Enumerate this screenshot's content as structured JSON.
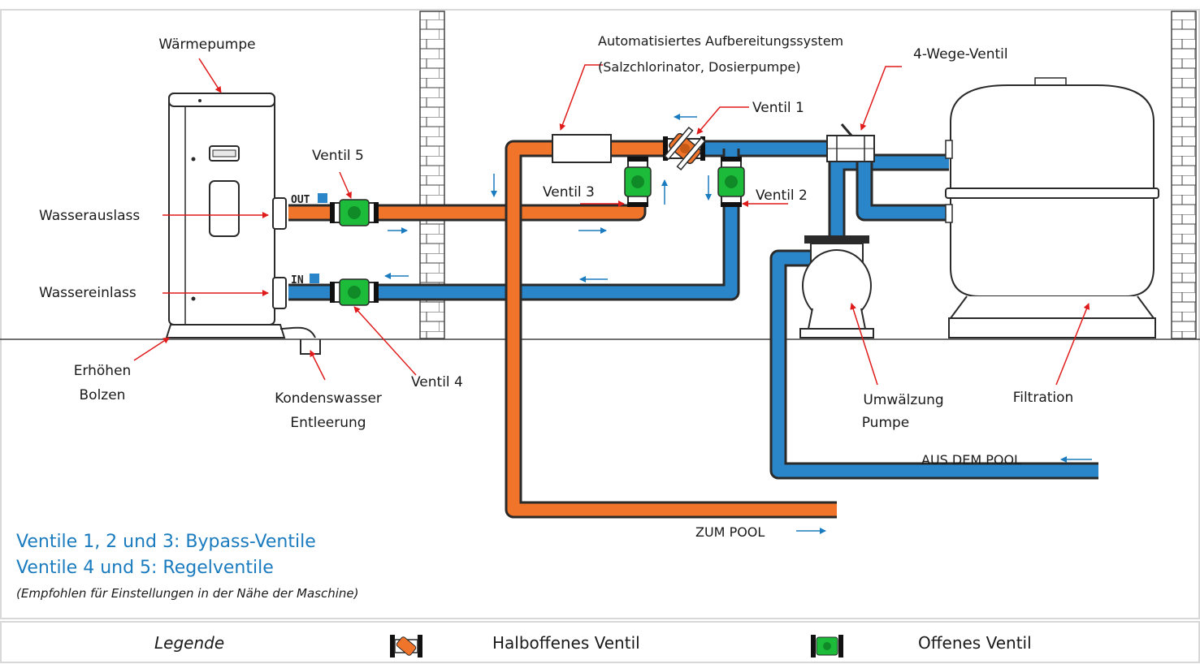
{
  "labels": {
    "heat_pump": "Wärmepumpe",
    "water_outlet": "Wasserauslass",
    "water_inlet": "Wassereinlass",
    "raise_bolts_1": "Erhöhen",
    "raise_bolts_2": "Bolzen",
    "condensate_1": "Kondenswasser",
    "condensate_2": "Entleerung",
    "valve_1": "Ventil 1",
    "valve_2": "Ventil 2",
    "valve_3": "Ventil 3",
    "valve_4": "Ventil 4",
    "valve_5": "Ventil 5",
    "treatment_1": "Automatisiertes Aufbereitungssystem",
    "treatment_2": "(Salzchlorinator, Dosierpumpe)",
    "four_way_valve": "4-Wege-Ventil",
    "circ_pump_1": "Umwälzung",
    "circ_pump_2": "Pumpe",
    "filtration": "Filtration",
    "from_pool": "AUS DEM POOL",
    "to_pool": "ZUM POOL",
    "port_out": "OUT",
    "port_in": "IN"
  },
  "notes": {
    "line1": "Ventile 1, 2 und 3: Bypass-Ventile",
    "line2": "Ventile 4 und 5: Regelventile",
    "line3": "(Empfohlen für Einstellungen in der Nähe der Maschine)"
  },
  "legend": {
    "title": "Legende",
    "half_open": "Halboffenes Ventil",
    "open": "Offenes Ventil"
  },
  "colors": {
    "hot_pipe": "#f0752a",
    "cold_pipe": "#2a86c9",
    "valve_green": "#1dbb3a",
    "pointer_red": "#e01b1b",
    "note_blue": "#1a7bbf"
  }
}
